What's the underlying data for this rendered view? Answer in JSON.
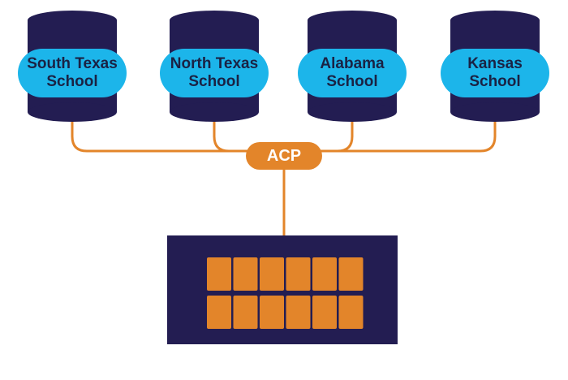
{
  "colors": {
    "database": "#231d52",
    "label_bg": "#1cb5ea",
    "connector": "#e3852a",
    "block": "#e3852a",
    "label_text": "#1a2244"
  },
  "databases": [
    {
      "line1": "South Texas",
      "line2": "School"
    },
    {
      "line1": "North Texas",
      "line2": "School"
    },
    {
      "line1": "Alabama",
      "line2": "School"
    },
    {
      "line1": "Kansas",
      "line2": "School"
    }
  ],
  "hub": {
    "label": "ACP"
  },
  "target": {
    "grid_rows": 2,
    "grid_cols": 6
  }
}
